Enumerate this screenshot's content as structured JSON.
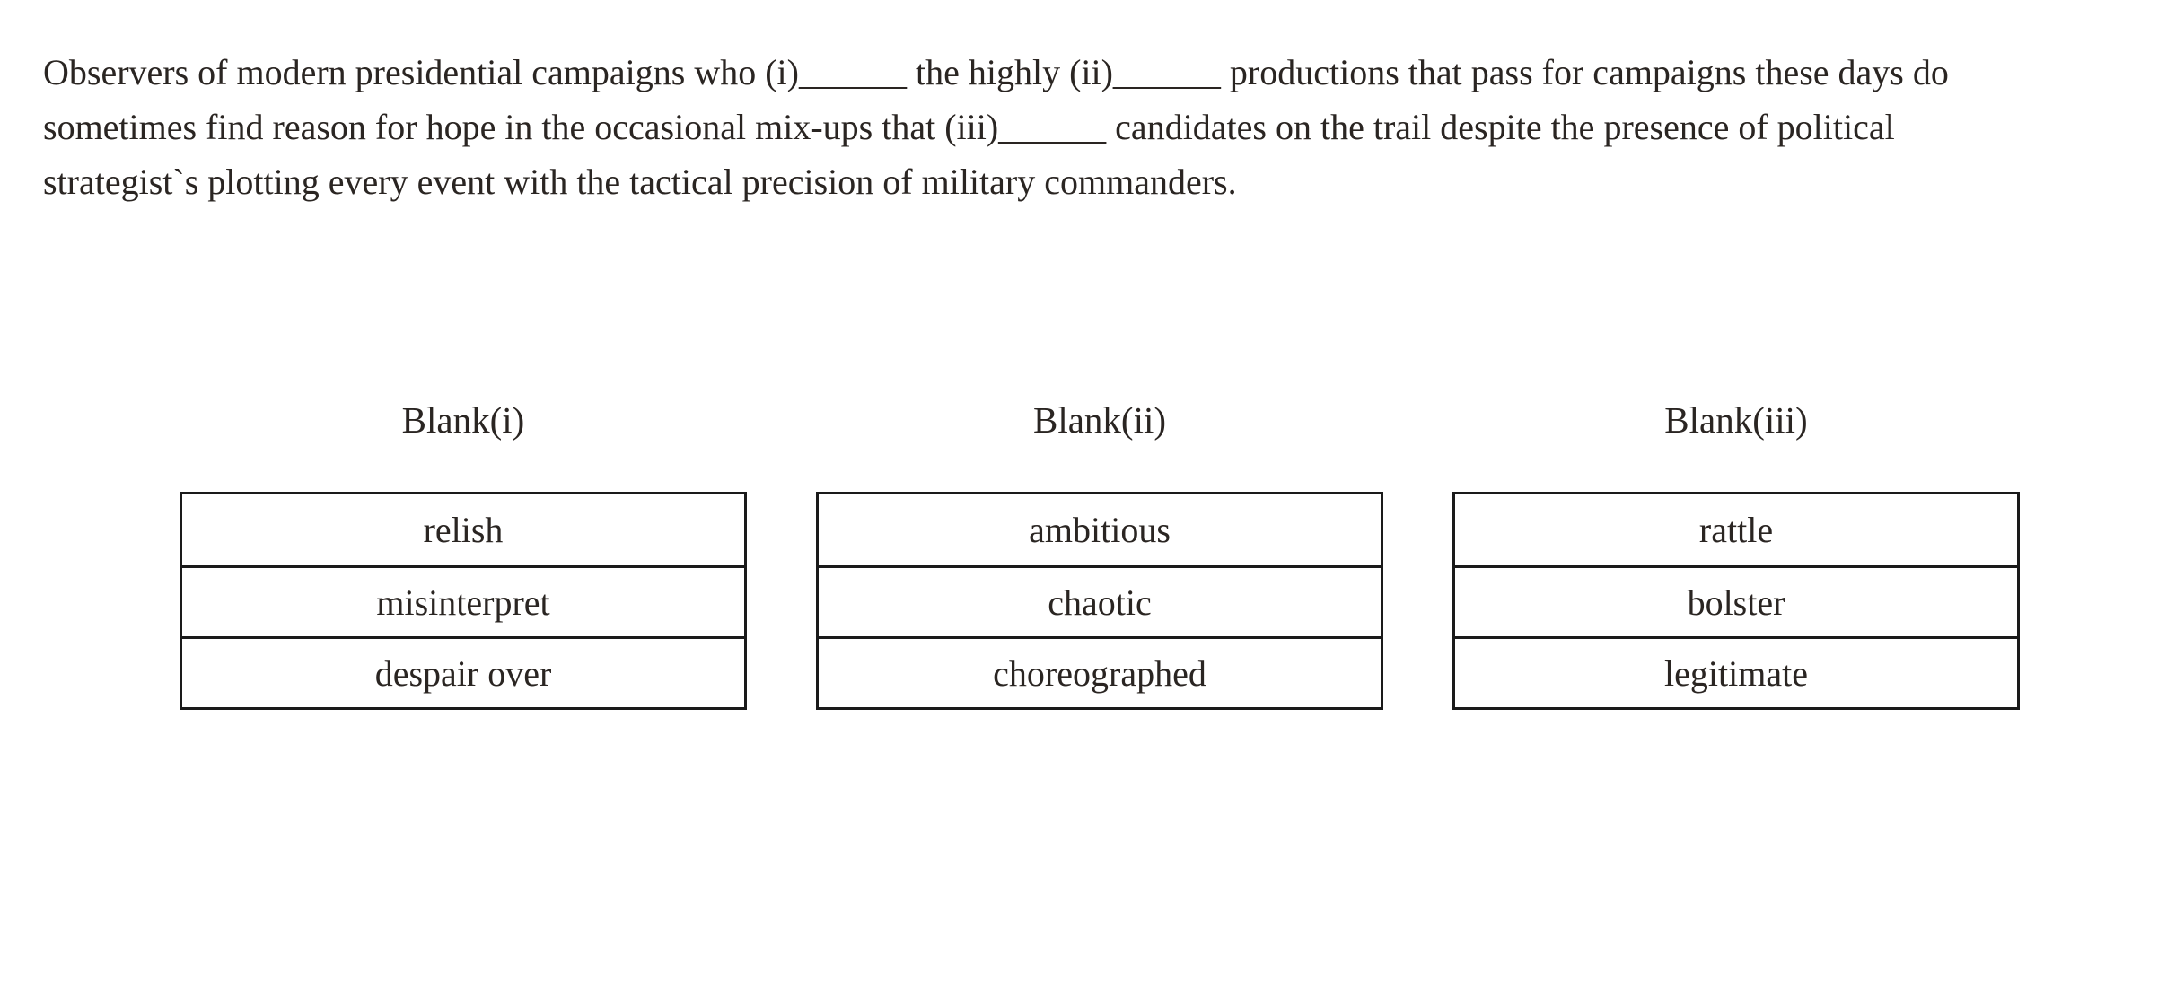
{
  "passage": {
    "lines": [
      "Observers of modern presidential campaigns who (i)______ the highly (ii)______ productions that pass for campaigns these days do",
      "sometimes find reason for hope in the occasional mix-ups that (iii)______ candidates on the trail despite the presence of political",
      "strategist`s plotting every event with the tactical precision of military commanders."
    ]
  },
  "blanks": [
    {
      "label": "Blank(i)",
      "options": [
        "relish",
        "misinterpret",
        "despair over"
      ]
    },
    {
      "label": "Blank(ii)",
      "options": [
        "ambitious",
        "chaotic",
        "choreographed"
      ]
    },
    {
      "label": "Blank(iii)",
      "options": [
        "rattle",
        "bolster",
        "legitimate"
      ]
    }
  ],
  "colors": {
    "text": "#2a2522",
    "border": "#1a1a1a",
    "background": "#ffffff"
  }
}
